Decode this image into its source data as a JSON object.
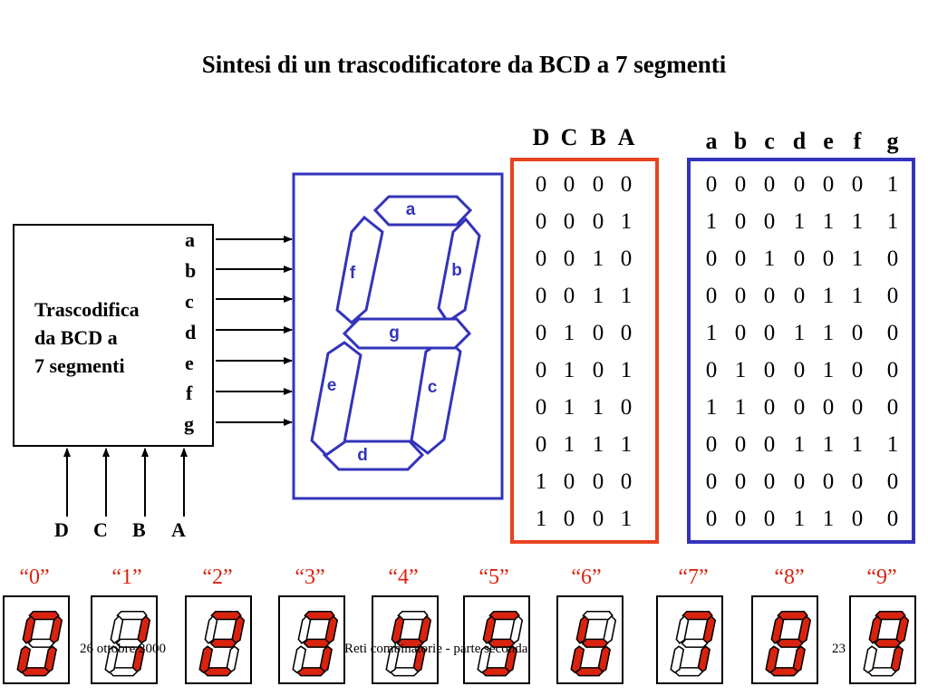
{
  "title": "Sintesi di un trascodificatore da BCD a 7 segmenti",
  "converter": {
    "name_lines": [
      "Trascodifica",
      "da BCD a",
      "7 segmenti"
    ],
    "outputs": [
      "a",
      "b",
      "c",
      "d",
      "e",
      "f",
      "g"
    ],
    "inputs": [
      "D",
      "C",
      "B",
      "A"
    ]
  },
  "display": {
    "segments": [
      "a",
      "b",
      "c",
      "d",
      "e",
      "f",
      "g"
    ],
    "color": "#3333bb"
  },
  "input_table": {
    "headers": [
      "D",
      "C",
      "B",
      "A"
    ],
    "rows": [
      [
        "0",
        "0",
        "0",
        "0"
      ],
      [
        "0",
        "0",
        "0",
        "1"
      ],
      [
        "0",
        "0",
        "1",
        "0"
      ],
      [
        "0",
        "0",
        "1",
        "1"
      ],
      [
        "0",
        "1",
        "0",
        "0"
      ],
      [
        "0",
        "1",
        "0",
        "1"
      ],
      [
        "0",
        "1",
        "1",
        "0"
      ],
      [
        "0",
        "1",
        "1",
        "1"
      ],
      [
        "1",
        "0",
        "0",
        "0"
      ],
      [
        "1",
        "0",
        "0",
        "1"
      ]
    ],
    "border_color": "#e8421e"
  },
  "output_table": {
    "headers": [
      "a",
      "b",
      "c",
      "d",
      "e",
      "f",
      "g"
    ],
    "rows": [
      [
        "0",
        "0",
        "0",
        "0",
        "0",
        "0",
        "1"
      ],
      [
        "1",
        "0",
        "0",
        "1",
        "1",
        "1",
        "1"
      ],
      [
        "0",
        "0",
        "1",
        "0",
        "0",
        "1",
        "0"
      ],
      [
        "0",
        "0",
        "0",
        "0",
        "1",
        "1",
        "0"
      ],
      [
        "1",
        "0",
        "0",
        "1",
        "1",
        "0",
        "0"
      ],
      [
        "0",
        "1",
        "0",
        "0",
        "1",
        "0",
        "0"
      ],
      [
        "1",
        "1",
        "0",
        "0",
        "0",
        "0",
        "0"
      ],
      [
        "0",
        "0",
        "0",
        "1",
        "1",
        "1",
        "1"
      ],
      [
        "0",
        "0",
        "0",
        "0",
        "0",
        "0",
        "0"
      ],
      [
        "0",
        "0",
        "0",
        "1",
        "1",
        "0",
        "0"
      ]
    ],
    "border_color": "#3333bb"
  },
  "digits": {
    "labels": [
      "“0”",
      "“1”",
      "“2”",
      "“3”",
      "“4”",
      "“5”",
      "“6”",
      "“7”",
      "“8”",
      "“9”"
    ],
    "on_color": "#d9230f",
    "off_color": "#ffffff"
  },
  "footer": {
    "date": "26 ottobre 2000",
    "subject": "Reti combinatorie - parte seconda",
    "page": "23"
  }
}
